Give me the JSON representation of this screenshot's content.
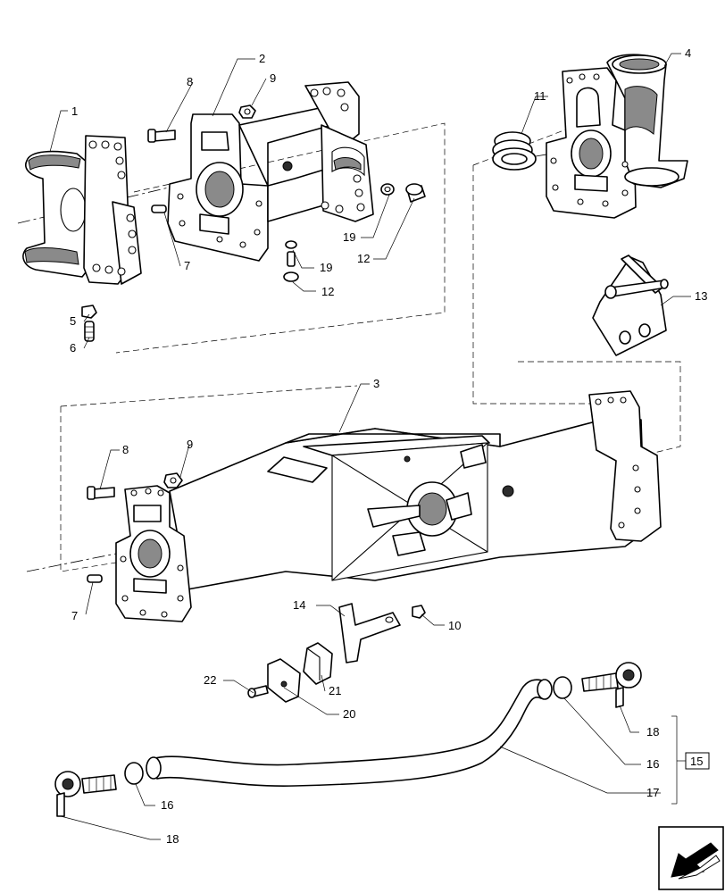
{
  "diagram": {
    "callouts": [
      {
        "id": "c1",
        "text": "1"
      },
      {
        "id": "c2",
        "text": "2"
      },
      {
        "id": "c3",
        "text": "3"
      },
      {
        "id": "c4",
        "text": "4"
      },
      {
        "id": "c5",
        "text": "5"
      },
      {
        "id": "c6",
        "text": "6"
      },
      {
        "id": "c7a",
        "text": "7"
      },
      {
        "id": "c7b",
        "text": "7"
      },
      {
        "id": "c8a",
        "text": "8"
      },
      {
        "id": "c8b",
        "text": "8"
      },
      {
        "id": "c9a",
        "text": "9"
      },
      {
        "id": "c9b",
        "text": "9"
      },
      {
        "id": "c10",
        "text": "10"
      },
      {
        "id": "c11",
        "text": "11"
      },
      {
        "id": "c12a",
        "text": "12"
      },
      {
        "id": "c12b",
        "text": "12"
      },
      {
        "id": "c13",
        "text": "13"
      },
      {
        "id": "c14",
        "text": "14"
      },
      {
        "id": "c15",
        "text": "15"
      },
      {
        "id": "c16a",
        "text": "16"
      },
      {
        "id": "c16b",
        "text": "16"
      },
      {
        "id": "c17",
        "text": "17"
      },
      {
        "id": "c18a",
        "text": "18"
      },
      {
        "id": "c18b",
        "text": "18"
      },
      {
        "id": "c19a",
        "text": "19"
      },
      {
        "id": "c19b",
        "text": "19"
      },
      {
        "id": "c20",
        "text": "20"
      },
      {
        "id": "c21",
        "text": "21"
      },
      {
        "id": "c22",
        "text": "22"
      }
    ],
    "nav_icon": "previous-page-arrow-icon"
  }
}
